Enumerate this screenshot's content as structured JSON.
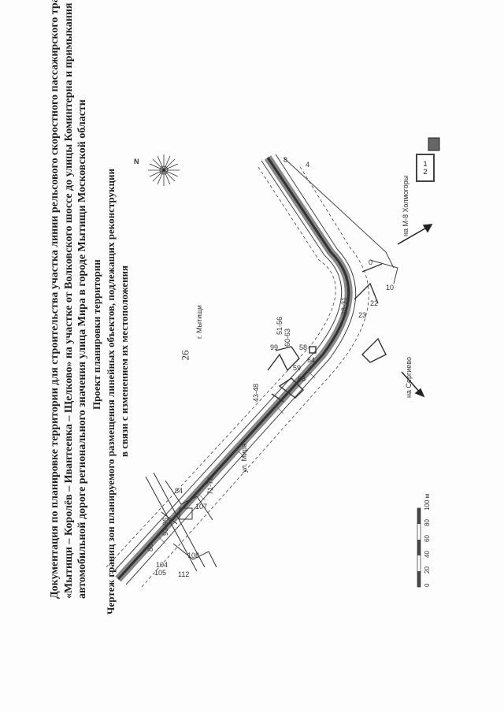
{
  "page_number": "26",
  "title_lines": [
    "Документация по планировке территории для строительства участка линии рельсового скоростного пассажирского транспорта",
    "«Мытищи – Королёв – Ивантеевка – Щелково» на участке от Волковского шоссе до улицы Коминтерна и примыкания к",
    "автомобильной дороге регионального значения улица Мира в городе Мытищи Московской области",
    "Проект планировки территории",
    "Чертеж границ зон планируемого размещения линейных объектов, подлежащих реконструкции",
    "в связи с изменением их местоположения"
  ],
  "map": {
    "city_label": "г. Мытищи",
    "street_label": "ул. Мира",
    "direction_left": "на Сергиево",
    "direction_right": "на М-8 Холмогоры",
    "north_label": "N",
    "point_labels": [
      "0",
      "4",
      "8",
      "10",
      "22",
      "23",
      "28-31",
      "43-48",
      "51-56",
      "58",
      "59",
      "60-63",
      "64",
      "68",
      "71-76",
      "84",
      "88",
      "93-96",
      "99",
      "104",
      "105",
      "107",
      "108",
      "112"
    ],
    "legend": [
      "1",
      "2"
    ]
  },
  "scale_bar": {
    "ticks": [
      "0",
      "20",
      "40",
      "60",
      "80",
      "100 м"
    ]
  }
}
